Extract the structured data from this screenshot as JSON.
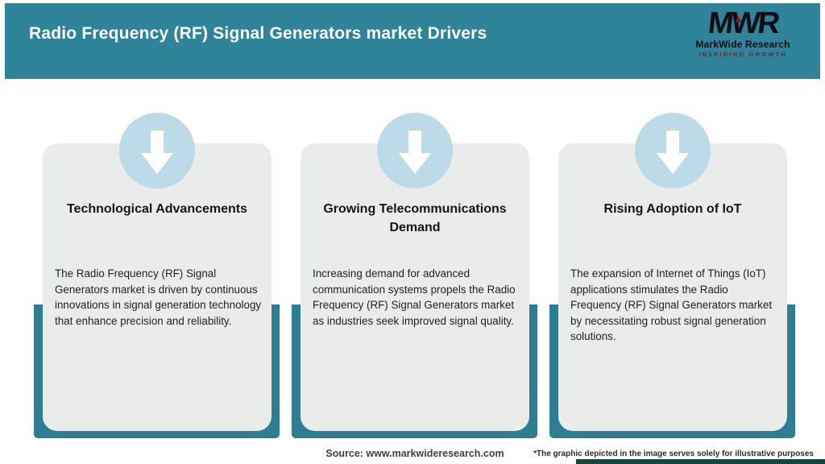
{
  "header": {
    "title": "Radio Frequency (RF) Signal Generators market Drivers",
    "bg_color": "#2F8499",
    "title_color": "#FDFEFE"
  },
  "logo": {
    "monogram": "MWR",
    "name": "MarkWide Research",
    "tagline": "INSPIRING GROWTH",
    "name_color": "#0D0D15",
    "tagline_color": "#7E1F24"
  },
  "cards": [
    {
      "icon": "down-arrow-icon",
      "title": "Technological Advancements",
      "body": "The Radio Frequency (RF) Signal Generators market is driven by continuous innovations in signal generation technology that enhance precision and reliability."
    },
    {
      "icon": "down-arrow-icon",
      "title": "Growing Telecommunications Demand",
      "body": "Increasing demand for advanced communication systems propels the Radio Frequency (RF) Signal Generators market as industries seek improved signal quality."
    },
    {
      "icon": "down-arrow-icon",
      "title": "Rising Adoption of IoT",
      "body": "The expansion of Internet of Things (IoT) applications stimulates the Radio Frequency (RF) Signal Generators market by necessitating robust signal generation solutions."
    }
  ],
  "footer": {
    "source": "Source: www.markwideresearch.com",
    "disclaimer": "*The graphic depicted in the image serves solely for illustrative purposes"
  },
  "colors": {
    "header_teal": "#2F8499",
    "band_teal": "#2E7D92",
    "card_bg": "#E9ECEB",
    "circle_blue": "#BCDAE7",
    "accent_red": "#7E1F24",
    "bottom_bar": "#17453B"
  }
}
